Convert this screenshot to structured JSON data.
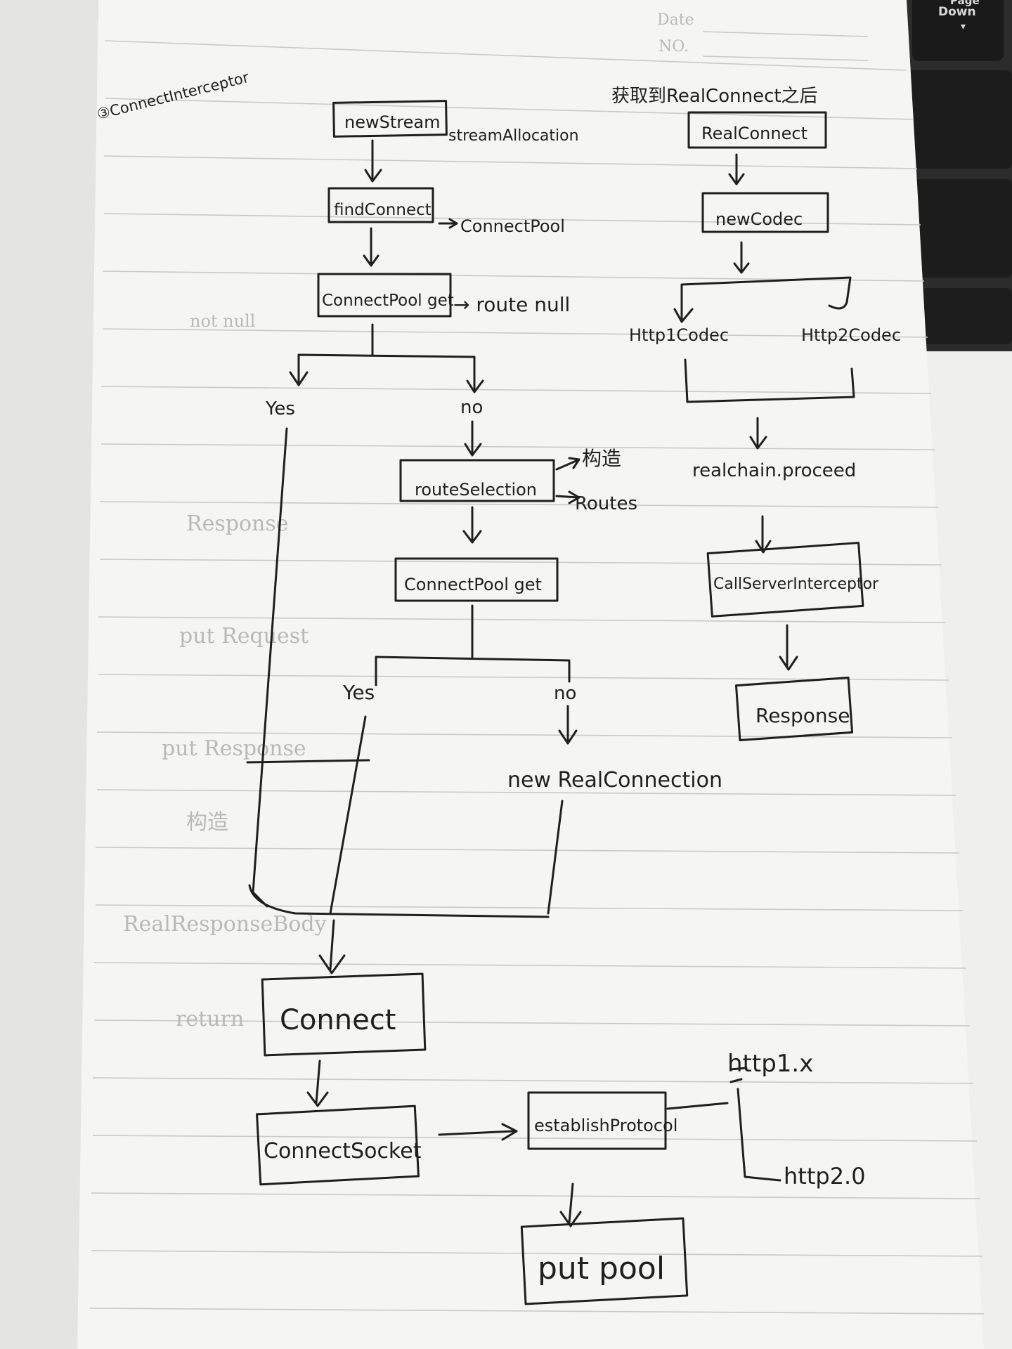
{
  "header": {
    "date_label": "Date",
    "no_label": "NO."
  },
  "keyboard_key": {
    "label_top": "Page",
    "label_main": "Down",
    "arrow": "▾"
  },
  "left_title": "③ConnectInterceptor",
  "right_title": "获取到RealConnect之后",
  "left_flow": {
    "new_stream": "newStream",
    "stream_allocation": "streamAllocation",
    "find_connect": "findConnect",
    "connect_pool": "ConnectPool",
    "connect_pool_get": "ConnectPool get",
    "route_null": "→ route null",
    "yes_1": "Yes",
    "no_1": "no",
    "route_selection": "routeSelection",
    "construct": "构造",
    "routes": "Routes",
    "connect_pool_get_2": "ConnectPool get",
    "yes_2": "Yes",
    "no_2": "no",
    "new_real_connection": "new RealConnection",
    "connect": "Connect",
    "connect_socket": "ConnectSocket",
    "establish_protocol": "establishProtocol",
    "http1x": "http1.x",
    "http20": "http2.0",
    "put_pool": "put pool"
  },
  "right_flow": {
    "real_connect": "RealConnect",
    "new_codec": "newCodec",
    "http1_codec": "Http1Codec",
    "http2_codec": "Http2Codec",
    "realchain_proceed": "realchain.proceed",
    "callserver_interceptor": "CallServerInterceptor",
    "response": "Response"
  },
  "faint_text": {
    "f1": "Response",
    "f2": "put Request",
    "f3": "put Response",
    "f4": "构造",
    "f5": "RealResponseBody",
    "f6": "return",
    "f7": "not null"
  }
}
